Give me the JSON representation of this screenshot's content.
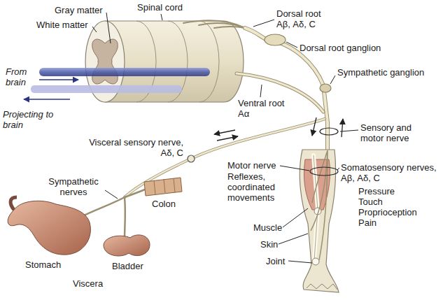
{
  "diagram": {
    "labels": [
      "Spinal cord",
      "Gray matter",
      "White matter",
      "Dorsal root Aβ, Aδ, C",
      "Dorsal root ganglion",
      "From brain",
      "Projecting to brain",
      "Sympathetic ganglion",
      "Ventral root Aα",
      "Sensory and motor nerve",
      "Visceral sensory nerve, Aδ, C",
      "Motor nerve",
      "Reflexes, coordinated movements",
      "Somatosensory nerves, Aβ, Aδ, C",
      "Pressure",
      "Touch",
      "Proprioception",
      "Pain",
      "Sympathetic nerves",
      "Stomach",
      "Colon",
      "Bladder",
      "Viscera",
      "Muscle",
      "Skin",
      "Joint"
    ]
  }
}
